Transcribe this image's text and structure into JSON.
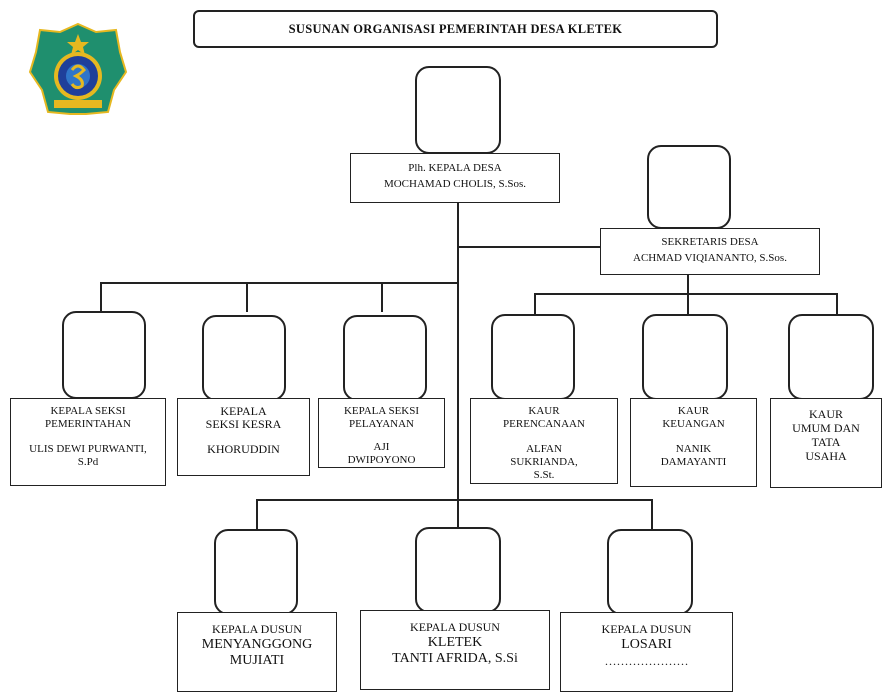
{
  "title": "SUSUNAN ORGANISASI PEMERINTAH DESA KLETEK",
  "logo": {
    "icon": "village-emblem",
    "colors": {
      "outer": "#1f8f6e",
      "ring": "#1f3f9a",
      "gold": "#e6b820"
    }
  },
  "kepala_desa": {
    "line1": "Plh. KEPALA DESA",
    "line2": "MOCHAMAD CHOLIS, S.Sos."
  },
  "sekretaris": {
    "line1": "SEKRETARIS DESA",
    "line2": "ACHMAD VIQIANANTO, S.Sos."
  },
  "seksi": [
    {
      "role": "KEPALA SEKSI PEMERINTAHAN",
      "name": "ULIS DEWI PURWANTI, S.Pd"
    },
    {
      "role": "KEPALA SEKSI KESRA",
      "name": "KHORUDDIN"
    },
    {
      "role": "KEPALA SEKSI PELAYANAN",
      "name": "AJI DWIPOYONO"
    }
  ],
  "kaur": [
    {
      "role": "KAUR PERENCANAAN",
      "name": "ALFAN SUKRIANDA, S.St."
    },
    {
      "role": "KAUR KEUANGAN",
      "name": "NANIK DAMAYANTI"
    },
    {
      "role": "KAUR UMUM DAN TATA USAHA",
      "name": ""
    }
  ],
  "dusun": [
    {
      "role": "KEPALA DUSUN",
      "area": "MENYANGGONG",
      "name": "MUJIATI"
    },
    {
      "role": "KEPALA DUSUN",
      "area": "KLETEK",
      "name": "TANTI AFRIDA, S.Si"
    },
    {
      "role": "KEPALA DUSUN",
      "area": "LOSARI",
      "name": "…………………"
    }
  ]
}
